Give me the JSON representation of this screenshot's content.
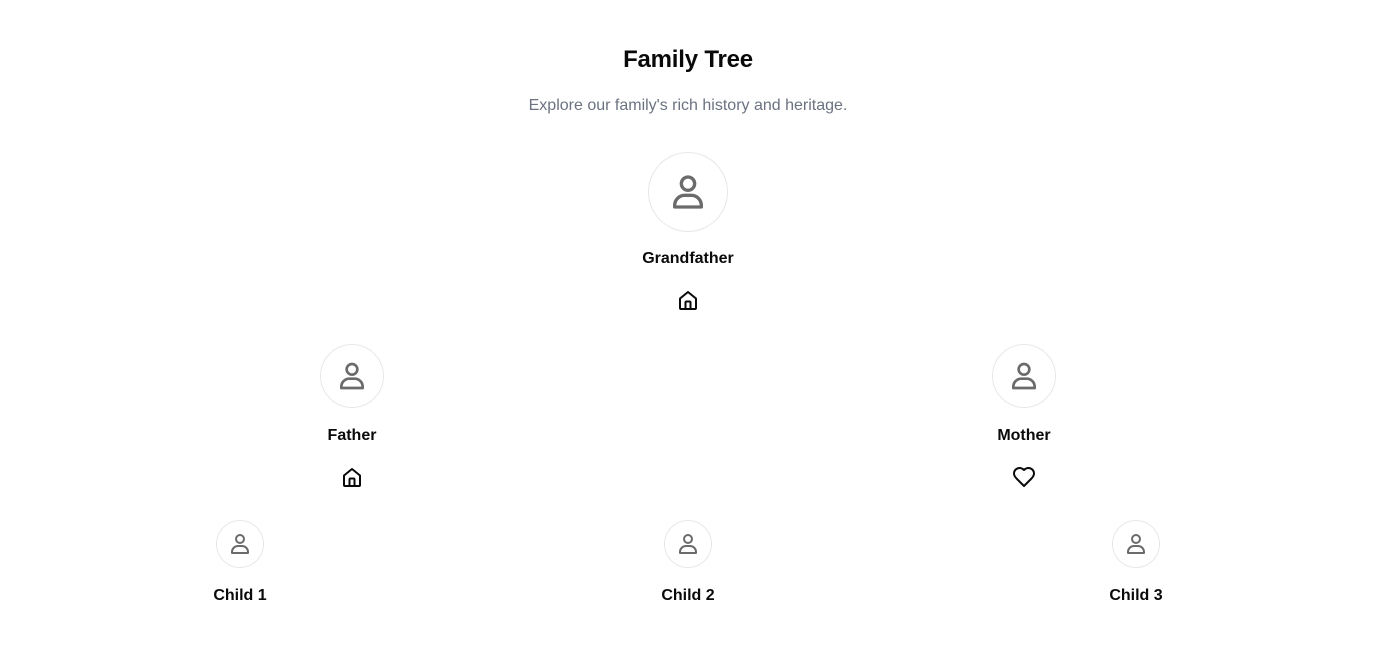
{
  "header": {
    "title": "Family Tree",
    "subtitle": "Explore our family's rich history and heritage."
  },
  "colors": {
    "avatar_border": "#e5e7eb",
    "avatar_icon": "#6b6b6b",
    "subtitle": "#6b7280",
    "text": "#0a0a0a"
  },
  "tree": {
    "grandfather": {
      "name": "Grandfather",
      "avatar_icon": "user-icon",
      "relation_icon": "home-icon"
    },
    "father": {
      "name": "Father",
      "avatar_icon": "user-icon",
      "relation_icon": "home-icon"
    },
    "mother": {
      "name": "Mother",
      "avatar_icon": "user-icon",
      "relation_icon": "heart-icon"
    },
    "children": [
      {
        "name": "Child 1",
        "avatar_icon": "user-icon"
      },
      {
        "name": "Child 2",
        "avatar_icon": "user-icon"
      },
      {
        "name": "Child 3",
        "avatar_icon": "user-icon"
      }
    ]
  }
}
